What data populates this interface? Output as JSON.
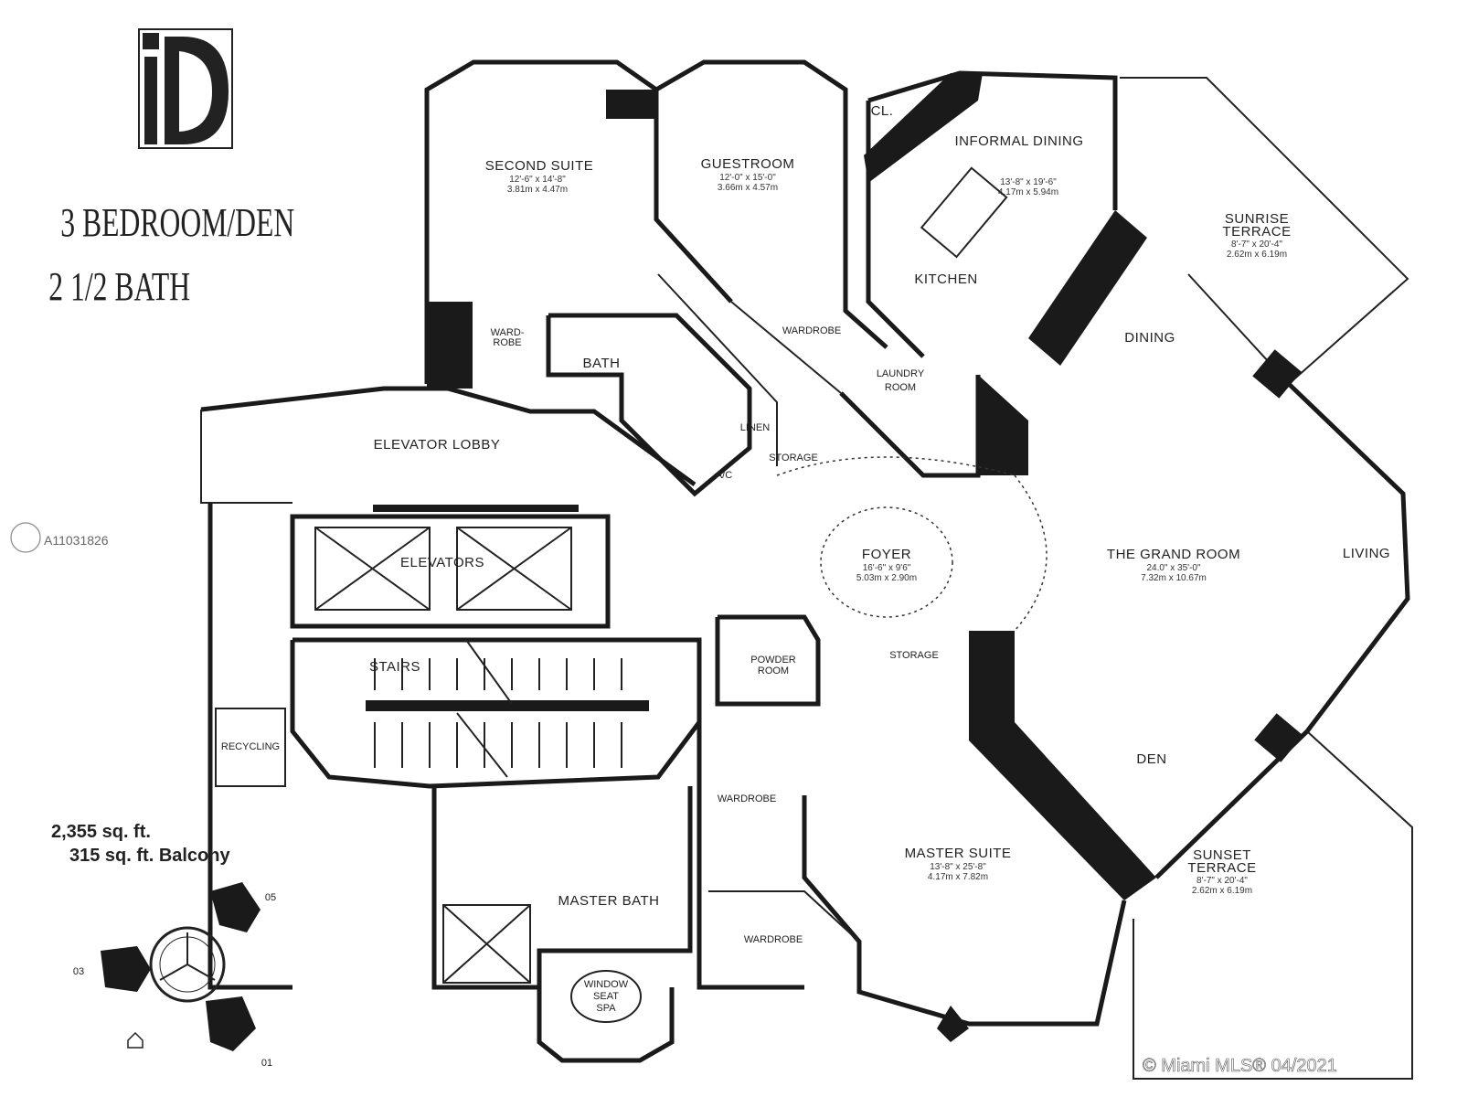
{
  "logo": {
    "text": "iD"
  },
  "heading": {
    "line1": "3 BEDROOM/DEN",
    "line2": "2 1/2 BATH"
  },
  "area": {
    "interior": "2,355 sq. ft.",
    "balcony": "315 sq. ft. Balcony"
  },
  "rooms": {
    "second_suite": {
      "name": "SECOND SUITE",
      "dim_ft": "12'-6\" x 14'-8\"",
      "dim_m": "3.81m x 4.47m"
    },
    "guestroom": {
      "name": "GUESTROOM",
      "dim_ft": "12'-0\" x 15'-0\"",
      "dim_m": "3.66m x 4.57m"
    },
    "informal_dining": {
      "name": "INFORMAL DINING",
      "dim_ft": "13'-8\" x 19'-6\"",
      "dim_m": "4.17m x 5.94m"
    },
    "closet": {
      "name": "CL."
    },
    "kitchen": {
      "name": "KITCHEN"
    },
    "sunrise_terrace": {
      "name1": "SUNRISE",
      "name2": "TERRACE",
      "dim_ft": "8'-7\" x 20'-4\"",
      "dim_m": "2.62m x 6.19m"
    },
    "dining": {
      "name": "DINING"
    },
    "wardrobe_second": {
      "name1": "WARD-",
      "name2": "ROBE"
    },
    "bath": {
      "name": "BATH"
    },
    "wardrobe_guest": {
      "name": "WARDROBE"
    },
    "laundry": {
      "name1": "LAUNDRY",
      "name2": "ROOM"
    },
    "linen": {
      "name": "LINEN"
    },
    "storage_top": {
      "name": "STORAGE"
    },
    "ac": {
      "name": "A/C"
    },
    "elevator_lobby": {
      "name": "ELEVATOR LOBBY"
    },
    "elevators": {
      "name": "ELEVATORS"
    },
    "foyer": {
      "name": "FOYER",
      "dim_ft": "16'-6\" x 9'6\"",
      "dim_m": "5.03m x 2.90m"
    },
    "grand_room": {
      "name": "THE GRAND ROOM",
      "dim_ft": "24.0\" x 35'-0\"",
      "dim_m": "7.32m x 10.67m"
    },
    "living": {
      "name": "LIVING"
    },
    "stairs": {
      "name": "STAIRS"
    },
    "powder_room": {
      "name1": "POWDER",
      "name2": "ROOM"
    },
    "storage": {
      "name": "STORAGE"
    },
    "recycling": {
      "name": "RECYCLING"
    },
    "den": {
      "name": "DEN"
    },
    "wardrobe_master": {
      "name": "WARDROBE"
    },
    "master_suite": {
      "name": "MASTER SUITE",
      "dim_ft": "13'-8\" x 25'-8\"",
      "dim_m": "4.17m x 7.82m"
    },
    "sunset_terrace": {
      "name1": "SUNSET",
      "name2": "TERRACE",
      "dim_ft": "8'-7\" x 20'-4\"",
      "dim_m": "2.62m x 6.19m"
    },
    "master_bath": {
      "name": "MASTER BATH"
    },
    "wardrobe_master2": {
      "name": "WARDROBE"
    },
    "window_seat": {
      "name1": "WINDOW",
      "name2": "SEAT",
      "name3": "SPA"
    }
  },
  "keyplan": {
    "units": [
      "05",
      "03",
      "01"
    ]
  },
  "watermark": {
    "listing_id": "A11031826",
    "copyright": "© Miami MLS® 04/2021"
  }
}
